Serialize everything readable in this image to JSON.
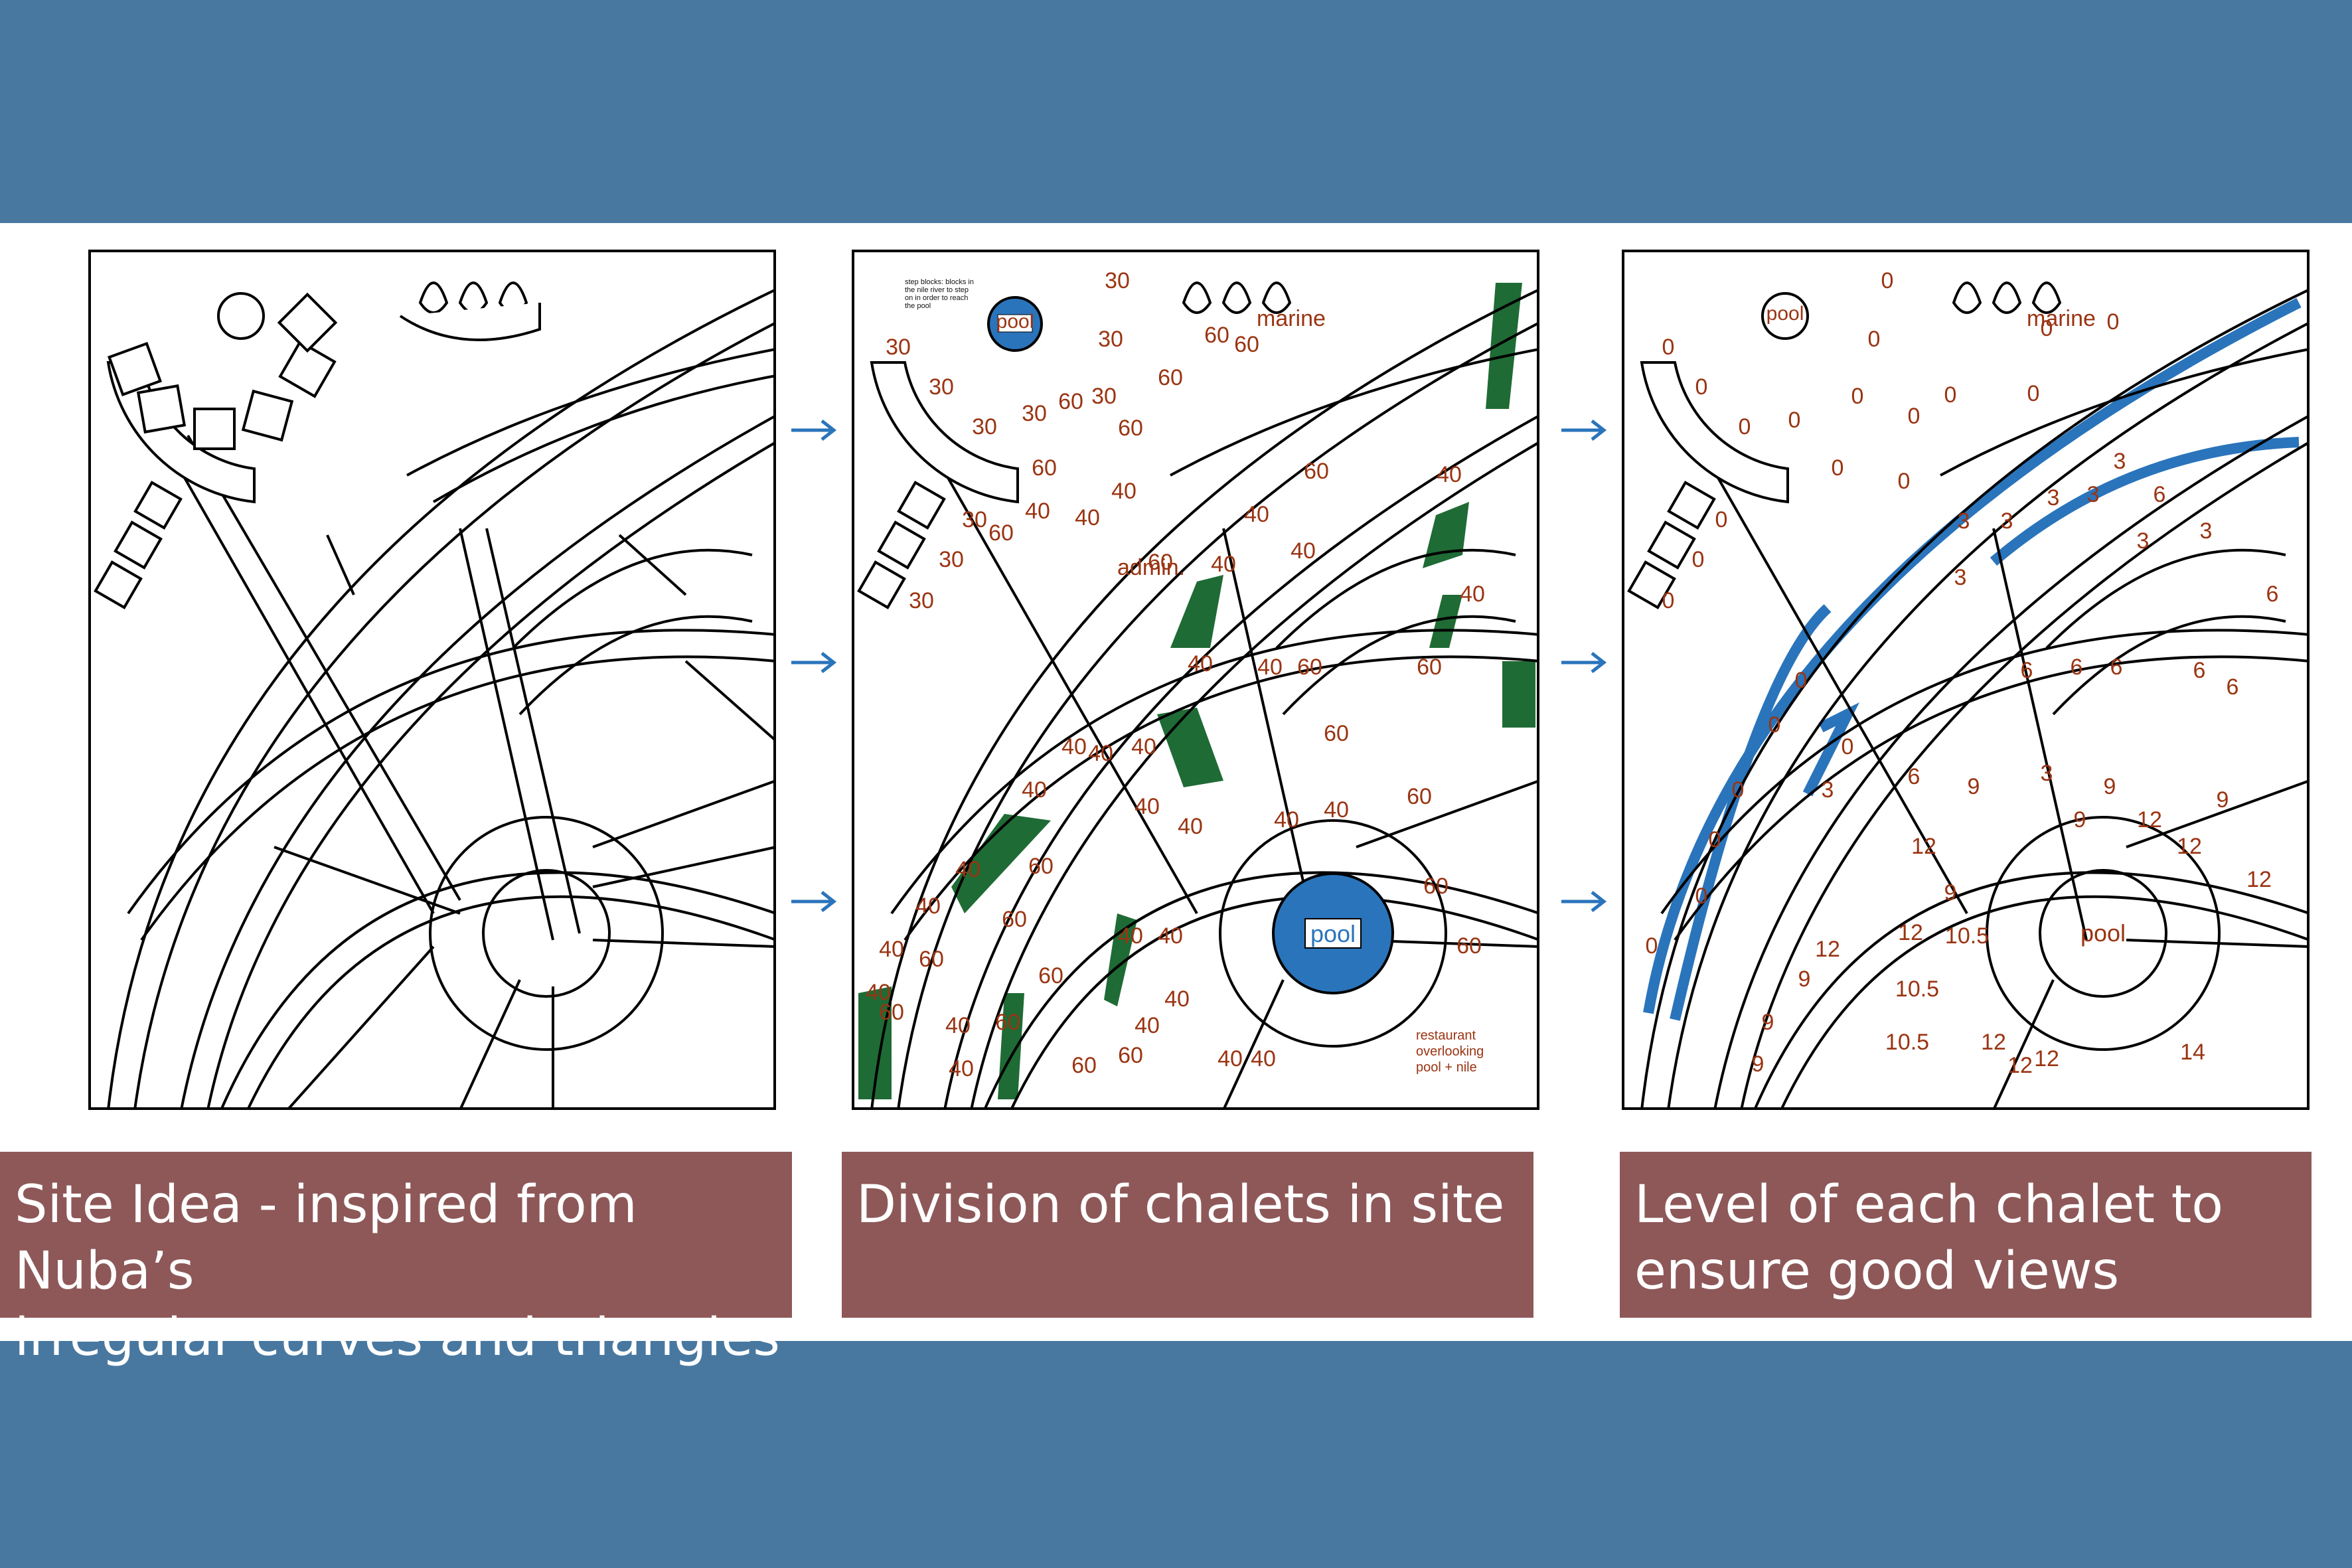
{
  "colors": {
    "band": "#4878a0",
    "caption_bg": "#8e5858",
    "pool_blue": "#2a74bb",
    "green_area": "#1f6b35",
    "label_red": "#9a3412",
    "arrow_blue": "#2a74bb"
  },
  "captions": [
    "Site Idea - inspired from Nuba’s\nirregular curves and triangles",
    "Division of chalets in site",
    "Level of each chalet to\nensure good views"
  ],
  "panel2": {
    "pool_label": "pool",
    "small_pool_label": "pool",
    "marine_label": "marine",
    "admin_label": "admin.",
    "restaurant_note": "restaurant\noverlooking\npool + nile",
    "step_note": "step blocks: blocks in\nthe nile river to step\non in order to reach\nthe pool",
    "chalet_sizes": [
      "30",
      "30",
      "30",
      "30",
      "30",
      "30",
      "30",
      "30",
      "30",
      "30",
      "60",
      "60",
      "60",
      "60",
      "60",
      "60",
      "60",
      "40",
      "40",
      "40",
      "40",
      "60",
      "40",
      "60",
      "40",
      "40",
      "40",
      "40",
      "40",
      "60",
      "60",
      "60",
      "40",
      "40",
      "60",
      "40",
      "40",
      "40",
      "60",
      "60",
      "40",
      "40",
      "40",
      "60",
      "60",
      "40",
      "40",
      "40",
      "40",
      "40",
      "40",
      "60",
      "60",
      "40",
      "40",
      "40",
      "40",
      "60",
      "60",
      "40",
      "40",
      "60",
      "60"
    ]
  },
  "panel3": {
    "pool_label": "pool",
    "small_pool_label": "pool",
    "marine_label": "marine",
    "chalet_levels": [
      "0",
      "0",
      "0",
      "0",
      "0",
      "0",
      "0",
      "0",
      "0",
      "0",
      "0",
      "0",
      "0",
      "0",
      "0",
      "0",
      "0",
      "3",
      "3",
      "3",
      "3",
      "3",
      "3",
      "6",
      "3",
      "3",
      "6",
      "6",
      "6",
      "6",
      "6",
      "6",
      "6",
      "9",
      "9",
      "9",
      "9",
      "0",
      "0",
      "0",
      "0",
      "0",
      "0",
      "3",
      "3",
      "12",
      "12",
      "12",
      "12",
      "9",
      "12",
      "10.5",
      "12",
      "9",
      "9",
      "9",
      "10.5",
      "10.5",
      "12",
      "12",
      "12",
      "14",
      "0"
    ]
  },
  "arrows": [
    "→",
    "→",
    "→",
    "→",
    "→",
    "→"
  ]
}
